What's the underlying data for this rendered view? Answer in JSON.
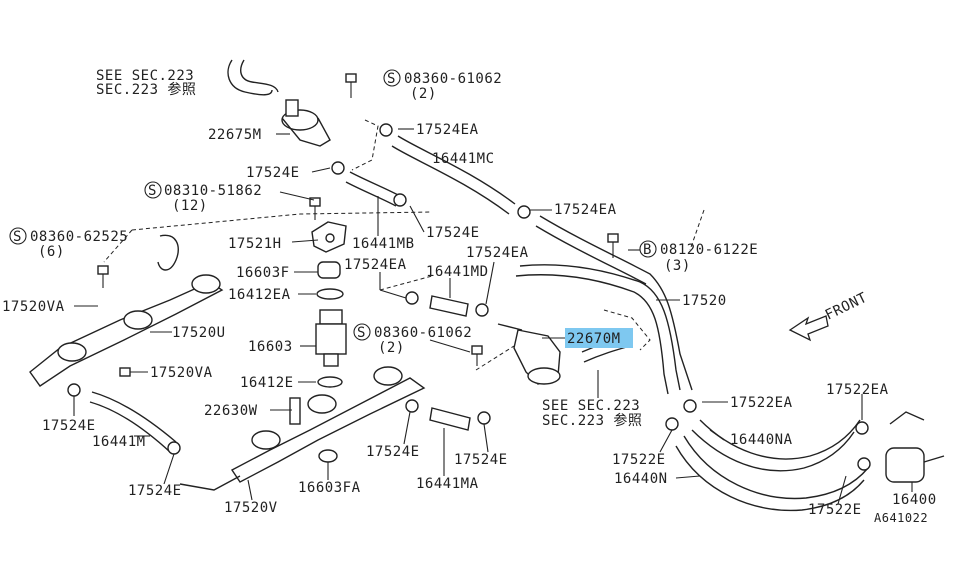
{
  "labels": {
    "see_sec_top_1": "SEE SEC.223",
    "see_sec_top_2": "SEC.223 参照",
    "bolt_top": "08360-61062",
    "bolt_top_qty": "(2)",
    "p22675M": "22675M",
    "p17524EA_1": "17524EA",
    "p16441MC": "16441MC",
    "p17524E_1": "17524E",
    "bolt_51862": "08310-51862",
    "bolt_51862_qty": "(12)",
    "p17524EA_2": "17524EA",
    "p17524E_2": "17524E",
    "bolt_62525": "08360-62525",
    "bolt_62525_qty": "(6)",
    "p17521H": "17521H",
    "p16441MB": "16441MB",
    "p17524EA_3": "17524EA",
    "bolt_6122E": "08120-6122E",
    "bolt_6122E_qty": "(3)",
    "p16603F": "16603F",
    "p17524EA_4": "17524EA",
    "p16441MD": "16441MD",
    "p16412EA": "16412EA",
    "p17520": "17520",
    "p17520VA_1": "17520VA",
    "p17520U": "17520U",
    "bolt_61062": "08360-61062",
    "bolt_61062_qty": "(2)",
    "p16603": "16603",
    "p22670M": "22670M",
    "p17520VA_2": "17520VA",
    "p16412E": "16412E",
    "see_sec_mid_1": "SEE SEC.223",
    "see_sec_mid_2": "SEC.223 参照",
    "p17522EA_1": "17522EA",
    "p17522EA_2": "17522EA",
    "p17524E_3": "17524E",
    "p22630W": "22630W",
    "p16441M": "16441M",
    "p16440NA": "16440NA",
    "p17524E_4": "17524E",
    "p17524E_5": "17524E",
    "p17522E_1": "17522E",
    "p16440N": "16440N",
    "p17524E_6": "17524E",
    "p16603FA": "16603FA",
    "p16441MA": "16441MA",
    "p17520V": "17520V",
    "p16400": "16400",
    "p17522E_2": "17522E",
    "footer_code": "A641022",
    "front": "FRONT",
    "bolt_prefix_S": "S",
    "bolt_prefix_B": "B"
  },
  "highlight_color": "#7ec8f0"
}
